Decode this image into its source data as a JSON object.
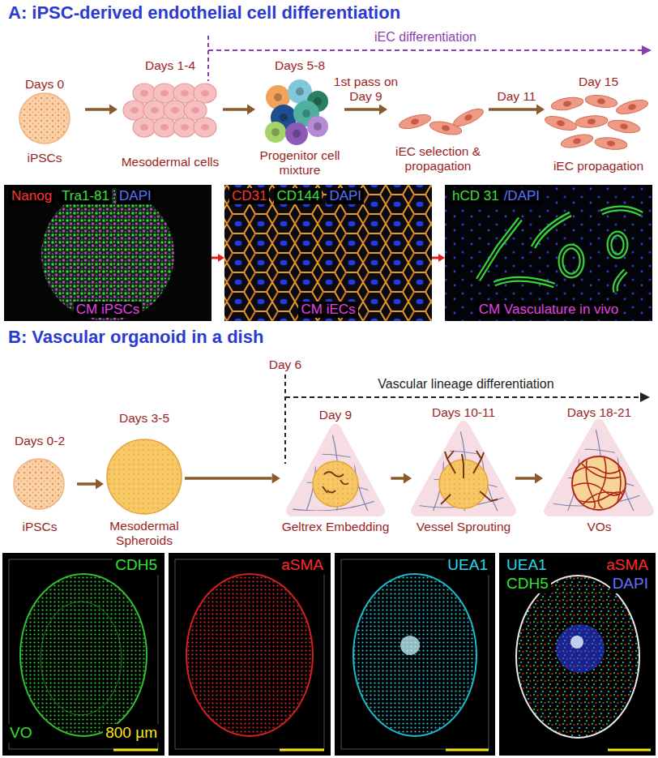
{
  "diagram": {
    "nodes": [
      {
        "text": [
          "Days 0",
          "iPSCs"
        ]
      },
      {
        "text": [
          "Days 1-4",
          "Mesodermal cells"
        ]
      },
      {
        "text": [
          "Days 5-8",
          "Progenitor cell mixture"
        ]
      },
      {
        "text": [
          "iEC selection & propagation"
        ]
      },
      {
        "text": [
          "Day 15",
          "iEC propagation"
        ]
      },
      {
        "text": [
          "Nanog",
          "Tra1-81",
          "DAPI",
          "CM iPSCs"
        ]
      },
      {
        "text": [
          "CD31",
          "CD144",
          "DAPI",
          "CM iECs"
        ]
      },
      {
        "text": [
          "hCD 31",
          "/DAPI",
          "CM Vasculature in vivo"
        ]
      },
      {
        "text": [
          "Days 0-2",
          "iPSCs"
        ]
      },
      {
        "text": [
          "Days 3-5",
          "Mesodermal Spheroids"
        ]
      },
      {
        "text": [
          "Day 9",
          "Geltrex Embedding"
        ]
      },
      {
        "text": [
          "Days 10-11",
          "Vessel Sprouting"
        ]
      },
      {
        "text": [
          "Days 18-21",
          "VOs"
        ]
      },
      {
        "text": [
          "CDH5",
          "VO",
          "800 µm"
        ]
      },
      {
        "text": [
          "aSMA"
        ]
      },
      {
        "text": [
          "UEA1"
        ]
      },
      {
        "text": [
          "UEA1",
          "aSMA",
          "CDH5",
          "DAPI"
        ]
      }
    ],
    "edges": [
      {
        "from": 0,
        "to": 1,
        "arrow": "to"
      },
      {
        "from": 1,
        "to": 2,
        "arrow": "to"
      },
      {
        "from": 2,
        "to": 3,
        "arrow": "to",
        "label": "1st pass on Day 9"
      },
      {
        "from": 3,
        "to": 4,
        "arrow": "to",
        "label": "Day 11"
      },
      {
        "from": 5,
        "to": 6,
        "arrow": "to"
      },
      {
        "from": 6,
        "to": 7,
        "arrow": "to"
      },
      {
        "from": 8,
        "to": 9,
        "arrow": "to"
      },
      {
        "from": 9,
        "to": 10,
        "arrow": "to"
      },
      {
        "from": 10,
        "to": 11,
        "arrow": "to"
      },
      {
        "from": 11,
        "to": 12,
        "arrow": "to"
      }
    ],
    "labels": [
      "A: iPSC-derived endothelial cell differentiation",
      "iEC differentiation",
      "B: Vascular organoid in a dish",
      "Day 6",
      "Vascular lineage differentiation"
    ]
  }
}
